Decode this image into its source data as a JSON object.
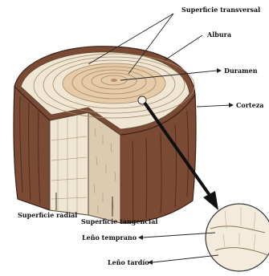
{
  "labels": {
    "transverse_surface": "Superficie transversal",
    "sapwood": "Albura",
    "heartwood": "Duramen",
    "bark": "Corteza",
    "radial_surface": "Superficie radial",
    "tangential_surface": "Superficie tangencial",
    "earlywood": "Leño temprano",
    "latewood": "Leño tardío"
  },
  "colors": {
    "bark": "#7b4a35",
    "bark_dark": "#4e2c1f",
    "wood_light": "#efe6d3",
    "wood_mid": "#dccbb0",
    "heart": "#e6cba8",
    "arrow": "#111111"
  }
}
